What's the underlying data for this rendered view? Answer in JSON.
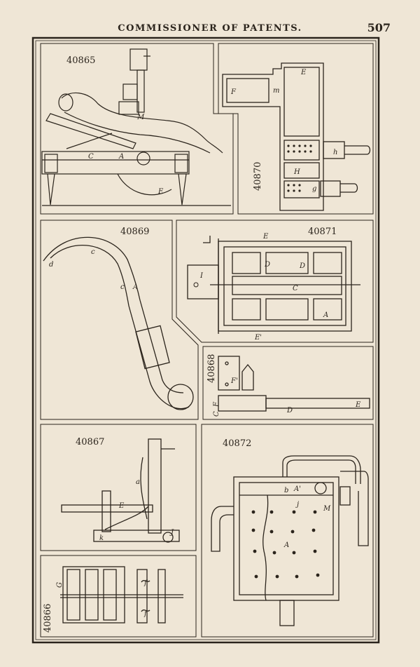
{
  "header": {
    "title": "COMMISSIONER OF PATENTS.",
    "page_number": "507"
  },
  "figures": {
    "fig_40865": {
      "number": "40865",
      "letters": [
        "M",
        "C",
        "A",
        "E"
      ]
    },
    "fig_40870": {
      "number": "40870",
      "letters": [
        "F",
        "m",
        "E",
        "h",
        "H",
        "g"
      ]
    },
    "fig_40869": {
      "number": "40869",
      "letters": [
        "d",
        "c",
        "c",
        "A"
      ]
    },
    "fig_40871": {
      "number": "40871",
      "letters": [
        "E",
        "D",
        "D",
        "I",
        "C",
        "A",
        "E'"
      ]
    },
    "fig_40868": {
      "number": "40868",
      "letters": [
        "F'",
        "C",
        "F",
        "D",
        "E"
      ]
    },
    "fig_40867": {
      "number": "40867",
      "letters": [
        "a",
        "E",
        "k",
        "J"
      ]
    },
    "fig_40872": {
      "number": "40872",
      "letters": [
        "b",
        "A'",
        "j",
        "M",
        "A"
      ]
    },
    "fig_40866": {
      "number": "40866",
      "letters": [
        "G",
        "f",
        "f"
      ]
    }
  }
}
